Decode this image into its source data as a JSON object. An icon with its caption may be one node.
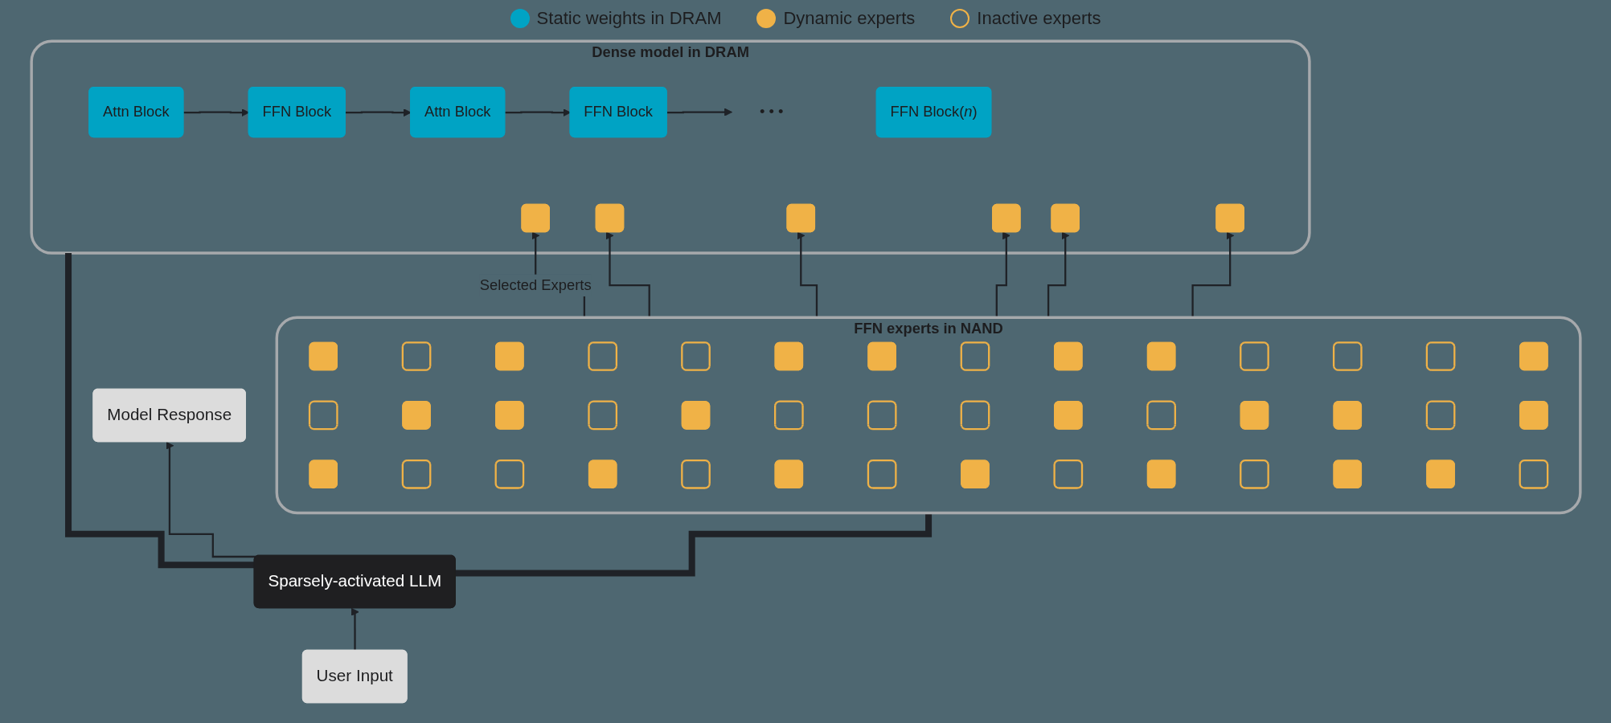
{
  "diagram": {
    "nodes": [
      {
        "text": [
          "Model Response"
        ]
      },
      {
        "text": [
          "Sparsely-activated LLM"
        ]
      },
      {
        "text": [
          "User Input"
        ]
      },
      {
        "text": [
          "Dense model in DRAM"
        ]
      },
      {
        "text": [
          "Attn Block"
        ],
        "in": 3
      },
      {
        "text": [
          "FFN Block"
        ],
        "in": 3
      },
      {
        "text": [],
        "shape": "box",
        "in": 3
      },
      {
        "text": [],
        "shape": "box",
        "in": 3
      },
      {
        "text": [
          "Attn Block"
        ],
        "in": 3
      },
      {
        "text": [
          "FFN Block"
        ],
        "in": 3
      },
      {
        "text": [],
        "shape": "box",
        "in": 3
      },
      {
        "text": [],
        "shape": "box",
        "in": 3
      },
      {
        "text": [
          "• • •"
        ],
        "in": 3
      },
      {
        "text": [
          "FFN Block(*n*)"
        ],
        "in": 3
      },
      {
        "text": [],
        "shape": "box",
        "in": 3
      },
      {
        "text": [],
        "shape": "box",
        "in": 3
      },
      {
        "text": [
          "FFN experts in NAND"
        ]
      },
      {
        "text": [],
        "shape": "box",
        "in": 16
      },
      {
        "text": [],
        "shape": "box",
        "in": 16
      },
      {
        "text": [],
        "shape": "box",
        "in": 16
      },
      {
        "text": [],
        "shape": "box",
        "in": 16
      },
      {
        "text": [],
        "shape": "box",
        "in": 16
      },
      {
        "text": [],
        "shape": "box",
        "in": 16
      },
      {
        "text": [],
        "shape": "box",
        "in": 16
      },
      {
        "text": [],
        "shape": "box",
        "in": 16
      },
      {
        "text": [],
        "shape": "box",
        "in": 16
      },
      {
        "text": [],
        "shape": "box",
        "in": 16
      },
      {
        "text": [],
        "shape": "box",
        "in": 16
      },
      {
        "text": [],
        "shape": "box",
        "in": 16
      },
      {
        "text": [],
        "shape": "box",
        "in": 16
      },
      {
        "text": [],
        "shape": "box",
        "in": 16
      },
      {
        "text": [],
        "shape": "box",
        "in": 16
      },
      {
        "text": [],
        "shape": "box",
        "in": 16
      },
      {
        "text": [],
        "shape": "box",
        "in": 16
      },
      {
        "text": [],
        "shape": "box",
        "in": 16
      },
      {
        "text": [],
        "shape": "box",
        "in": 16
      },
      {
        "text": [],
        "shape": "box",
        "in": 16
      },
      {
        "text": [],
        "shape": "box",
        "in": 16
      },
      {
        "text": [],
        "shape": "box",
        "in": 16
      },
      {
        "text": [],
        "shape": "box",
        "in": 16
      },
      {
        "text": [],
        "shape": "box",
        "in": 16
      },
      {
        "text": [],
        "shape": "box",
        "in": 16
      },
      {
        "text": [],
        "shape": "box",
        "in": 16
      },
      {
        "text": [],
        "shape": "box",
        "in": 16
      },
      {
        "text": [],
        "shape": "box",
        "in": 16
      },
      {
        "text": [],
        "shape": "box",
        "in": 16
      },
      {
        "text": [],
        "shape": "box",
        "in": 16
      },
      {
        "text": [],
        "shape": "box",
        "in": 16
      },
      {
        "text": [],
        "shape": "box",
        "in": 16
      },
      {
        "text": [],
        "shape": "box",
        "in": 16
      },
      {
        "text": [],
        "shape": "box",
        "in": 16
      },
      {
        "text": [],
        "shape": "box",
        "in": 16
      },
      {
        "text": [],
        "shape": "box",
        "in": 16
      },
      {
        "text": [],
        "shape": "box",
        "in": 16
      },
      {
        "text": [],
        "shape": "box",
        "in": 16
      },
      {
        "text": [],
        "shape": "box",
        "in": 16
      },
      {
        "text": [],
        "shape": "box",
        "in": 16
      },
      {
        "text": [],
        "shape": "box",
        "in": 16
      },
      {
        "text": [],
        "shape": "box",
        "in": 16
      }
    ],
    "edges": [
      {
        "from": 2,
        "to": 1,
        "arrow": "to"
      },
      {
        "from": 1,
        "to": 0,
        "arrow": "to"
      },
      {
        "from": 1,
        "to": 3,
        "arrow": "none",
        "style": "thick"
      },
      {
        "from": 1,
        "to": 16,
        "arrow": "none",
        "style": "thick"
      },
      {
        "from": 4,
        "to": 5,
        "arrow": "to"
      },
      {
        "from": 5,
        "to": 8,
        "arrow": "to"
      },
      {
        "from": 8,
        "to": 9,
        "arrow": "to"
      },
      {
        "from": 9,
        "to": 12,
        "arrow": "to"
      },
      {
        "from": 16,
        "to": 6,
        "arrow": "to",
        "label": "Selected Experts"
      },
      {
        "from": 16,
        "to": 7,
        "arrow": "to"
      },
      {
        "from": 16,
        "to": 10,
        "arrow": "to"
      },
      {
        "from": 16,
        "to": 11,
        "arrow": "to"
      },
      {
        "from": 16,
        "to": 14,
        "arrow": "to"
      },
      {
        "from": 16,
        "to": 15,
        "arrow": "to"
      }
    ],
    "legend": [
      {
        "text": "Static weights in DRAM",
        "color": "#00a3c4"
      },
      {
        "text": "Dynamic experts",
        "color": "#f0b247"
      },
      {
        "text": "Inactive experts"
      }
    ]
  }
}
